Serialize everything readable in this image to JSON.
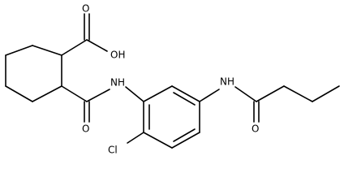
{
  "molecule": {
    "atom_labels": {
      "acid_oh": "OH",
      "acid_o": "O",
      "amide_nh": "NH",
      "amide_o": "O",
      "chloro": "Cl",
      "butanamide_nh": "NH",
      "butanamide_o": "O"
    }
  }
}
